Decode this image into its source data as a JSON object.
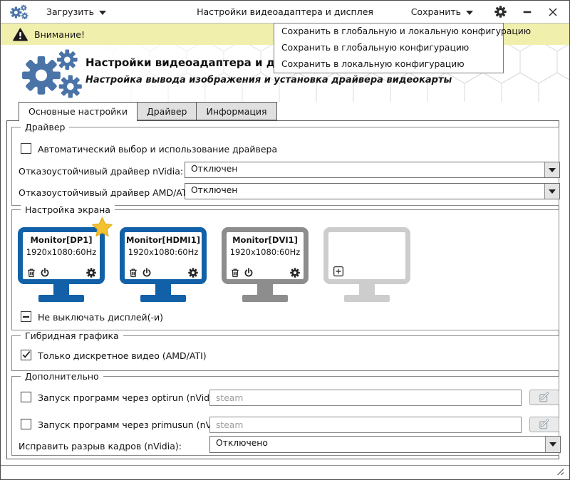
{
  "window": {
    "title": "Настройки видеоадаптера и дисплея"
  },
  "toolbar": {
    "load_label": "Загрузить",
    "save_label": "Сохранить"
  },
  "save_menu": {
    "items": [
      "Сохранить в глобальную и локальную конфигурацию",
      "Сохранить в глобальную конфигурацию",
      "Сохранить в локальную конфигурацию"
    ]
  },
  "banner": {
    "text": "Внимание!"
  },
  "header": {
    "title": "Настройки видеоадаптера и дисплея",
    "subtitle": "Настройка вывода изображения и установка драйвера видеокарты"
  },
  "tabs": [
    {
      "label": "Основные настройки",
      "active": true
    },
    {
      "label": "Драйвер",
      "active": false
    },
    {
      "label": "Информация",
      "active": false
    }
  ],
  "driver_group": {
    "legend": "Драйвер",
    "auto_checkbox": {
      "label": "Автоматический выбор и использование драйвера",
      "checked": false
    },
    "nvidia_row": {
      "label": "Отказоустойчивый драйвер nVidia:",
      "value": "Отключен"
    },
    "amd_row": {
      "label": "Отказоустойчивый драйвер AMD/ATI:",
      "value": "Отключен"
    }
  },
  "screen_group": {
    "legend": "Настройка экрана",
    "monitors": [
      {
        "name": "Monitor[DP1]",
        "resolution": "1920x1080:60Hz",
        "color": "#1261a8",
        "starred": true
      },
      {
        "name": "Monitor[HDMI1]",
        "resolution": "1920x1080:60Hz",
        "color": "#1261a8",
        "starred": false
      },
      {
        "name": "Monitor[DVI1]",
        "resolution": "1920x1080:60Hz",
        "color": "#8d8d8d",
        "starred": false
      },
      {
        "name": "",
        "resolution": "",
        "color": "#cdcdcd",
        "starred": false
      }
    ],
    "keep_on_checkbox": {
      "label": "Не выключать дисплей(-и)",
      "indeterminate": true
    }
  },
  "hybrid_group": {
    "legend": "Гибридная графика",
    "discrete_checkbox": {
      "label": "Только дискретное видео (AMD/ATI)",
      "checked": true
    }
  },
  "extra_group": {
    "legend": "Дополнительно",
    "optirun_row": {
      "label": "Запуск программ через optirun (nVidia):",
      "placeholder": "steam",
      "value": "",
      "checked": false
    },
    "primusun_row": {
      "label": "Запуск программ через primusun (nVidia):",
      "placeholder": "steam",
      "value": "",
      "checked": false
    },
    "tearing_row": {
      "label": "Исправить разрыв кадров (nVidia):",
      "value": "Отключено"
    }
  },
  "icons": {
    "app_logo": "gears-icon",
    "toolbar_right": [
      "settings-gear-icon",
      "minimize-icon",
      "close-icon"
    ],
    "banner": "warning-triangle-icon",
    "monitor_card": [
      "trash-icon",
      "power-icon",
      "gear-icon",
      "star-icon",
      "add-plus-icon"
    ],
    "rows": "edit-pencil-icon",
    "statusbar": "resize-grip-icon"
  },
  "colors": {
    "accent_blue": "#4a74a8",
    "monitor_active": "#1261a8",
    "monitor_disabled": "#8d8d8d",
    "monitor_empty": "#cdcdcd",
    "banner_bg": "#f0efac",
    "star_gold": "#f2c230",
    "tab_inactive_bg": "#e0e0e0"
  }
}
